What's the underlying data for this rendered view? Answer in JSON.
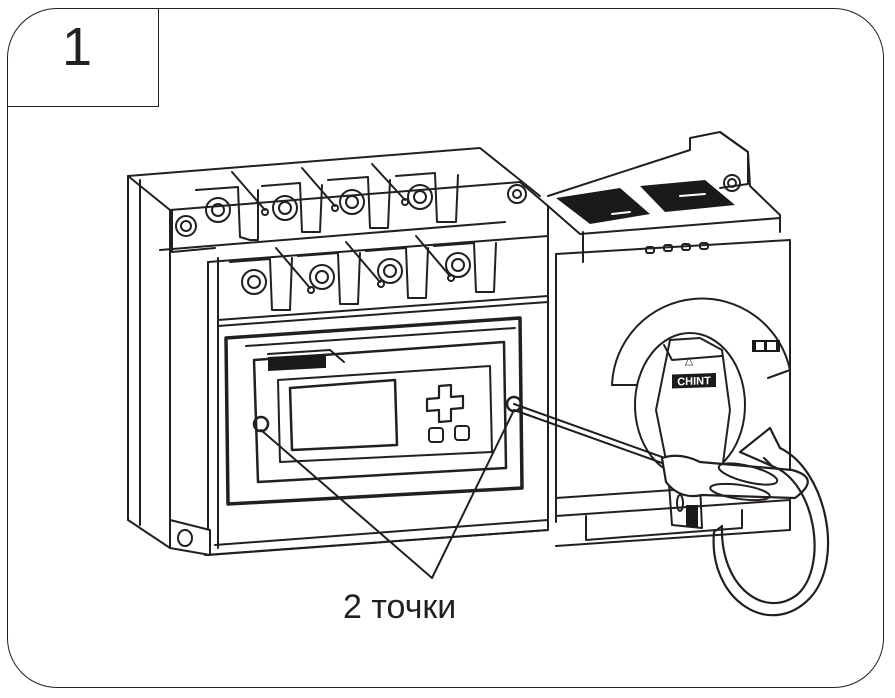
{
  "step": {
    "number": "1"
  },
  "callout": {
    "label": "2 точки"
  },
  "device": {
    "brand_logo_text": "CHINT",
    "handle_logo_text": "CHINT",
    "handle_indicator": "△",
    "position_indicator_icon": "0-1-indicator"
  },
  "colors": {
    "line": "#231f20",
    "background": "#ffffff",
    "dark_fill": "#1a1a1a"
  }
}
